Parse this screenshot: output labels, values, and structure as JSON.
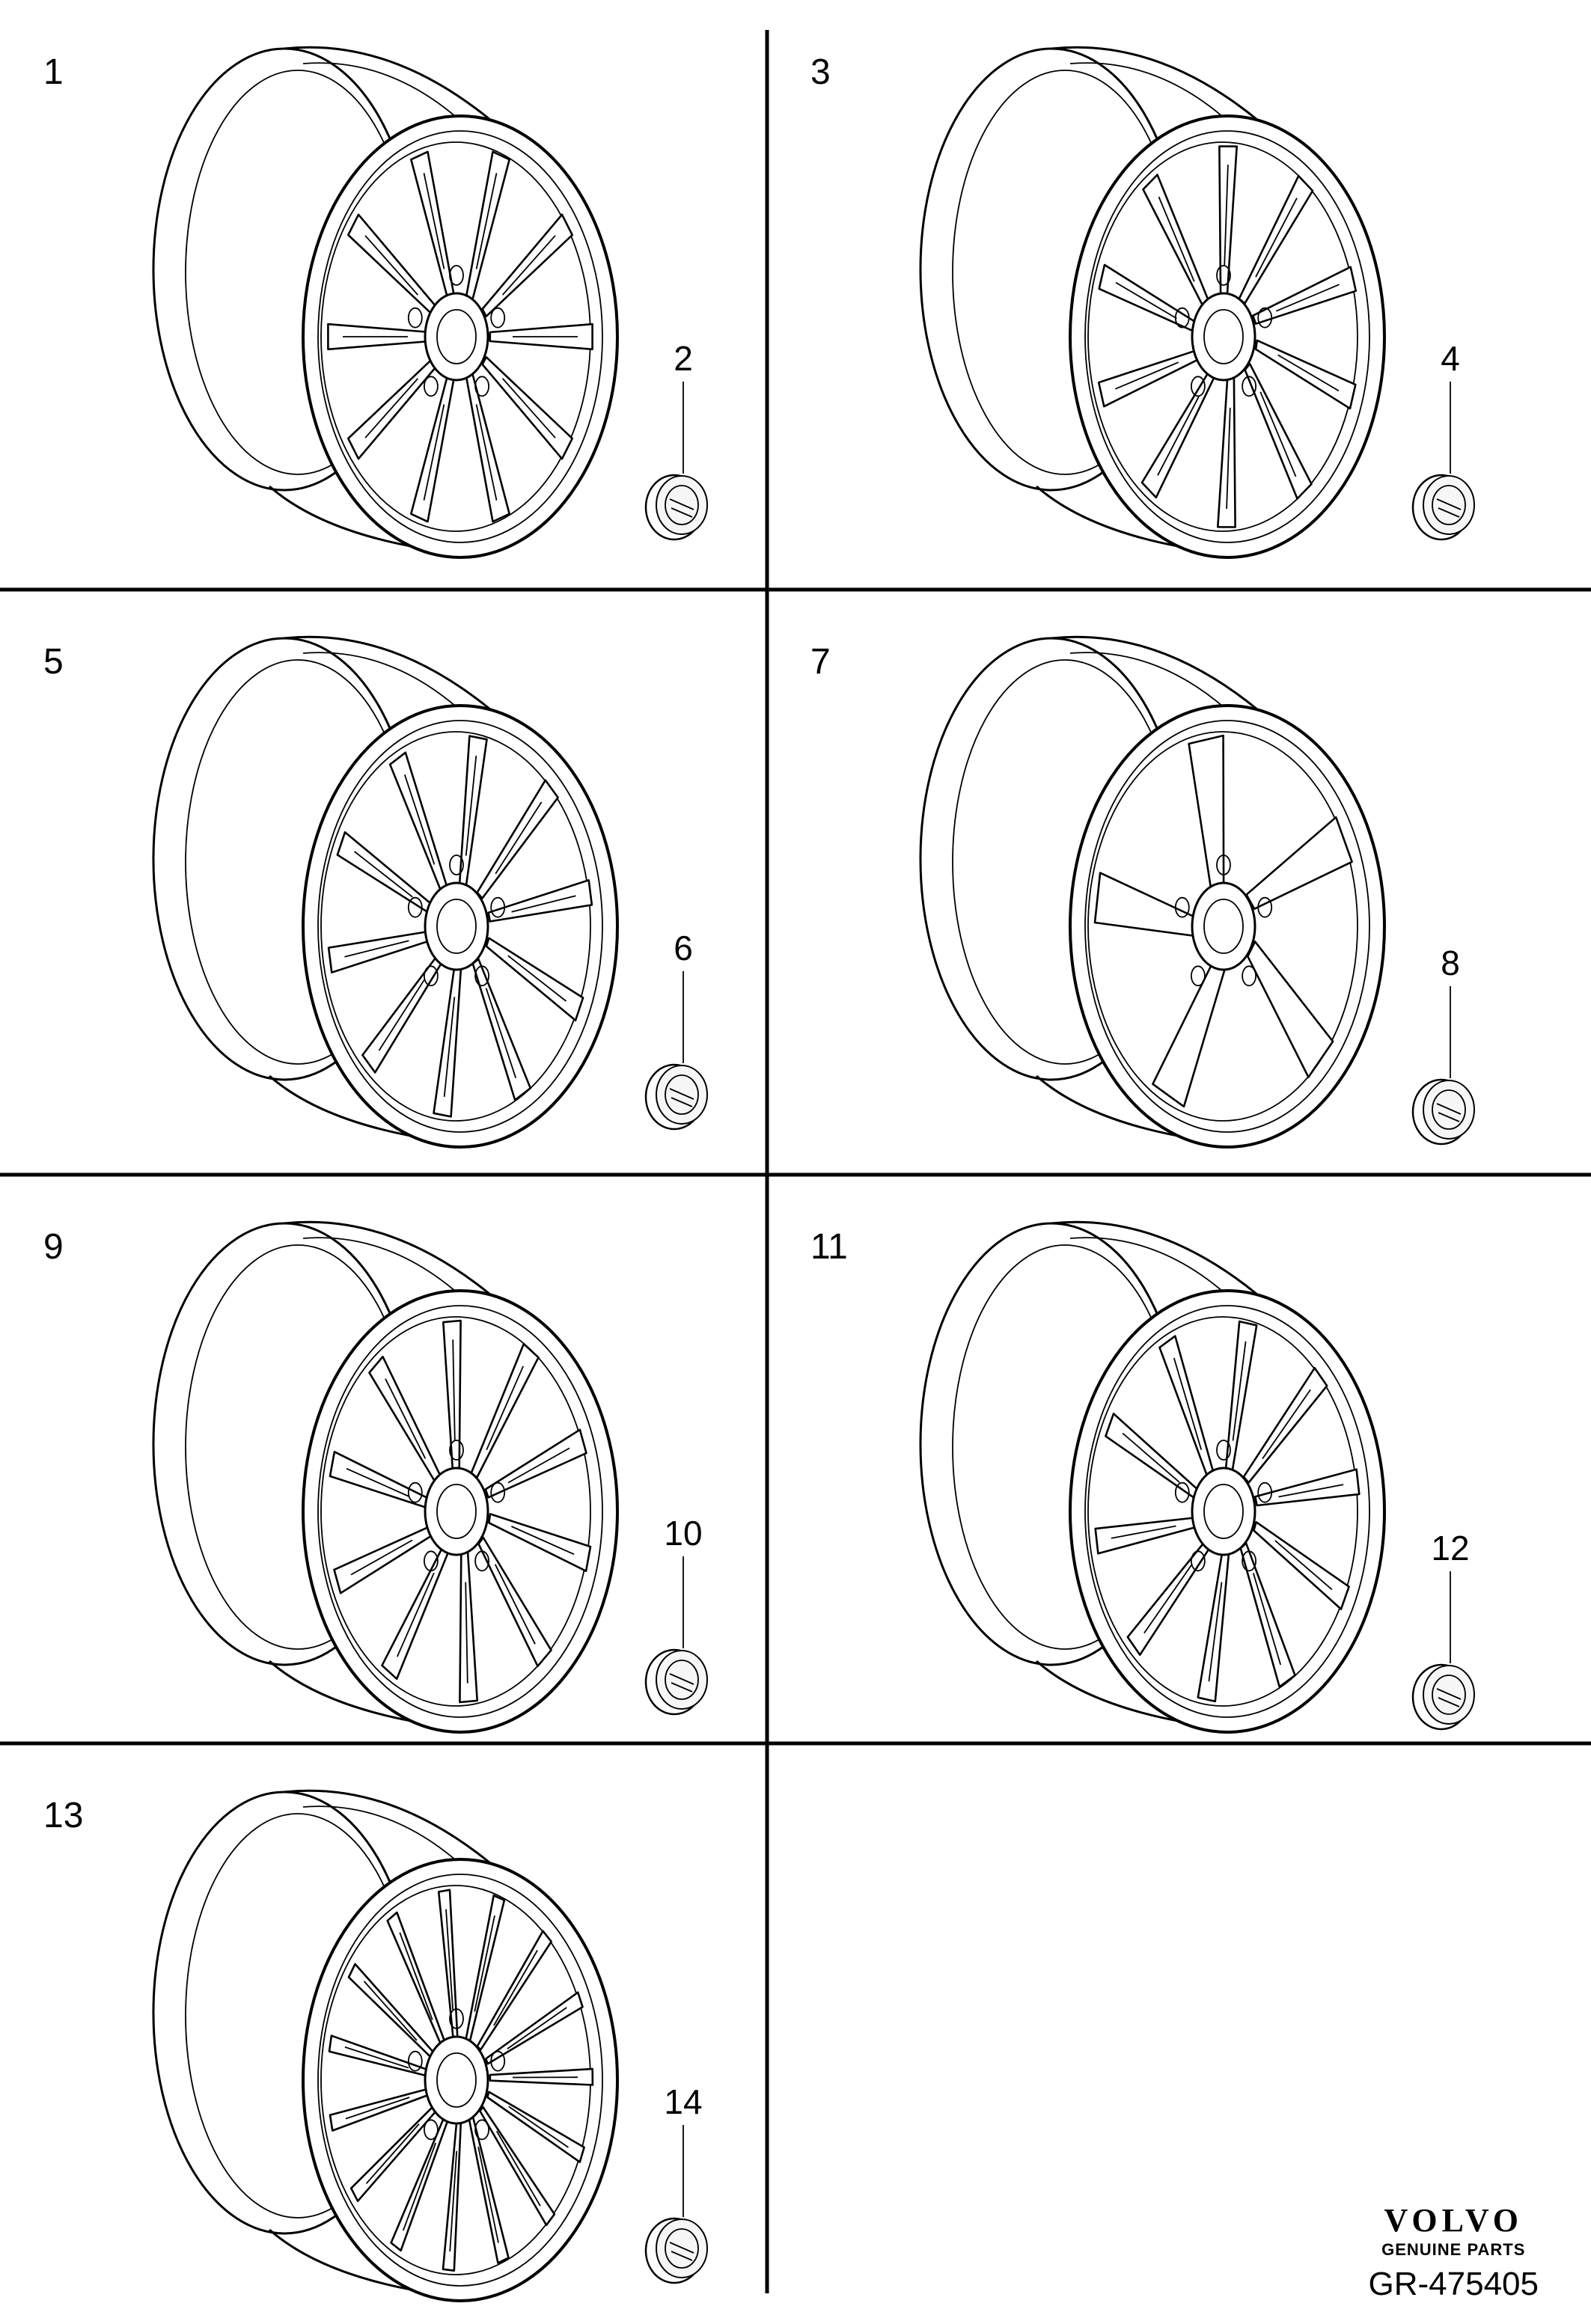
{
  "items": [
    {
      "wheel": "1",
      "cap": "2"
    },
    {
      "wheel": "3",
      "cap": "4"
    },
    {
      "wheel": "5",
      "cap": "6"
    },
    {
      "wheel": "7",
      "cap": "8"
    },
    {
      "wheel": "9",
      "cap": "10"
    },
    {
      "wheel": "11",
      "cap": "12"
    },
    {
      "wheel": "13",
      "cap": "14"
    }
  ],
  "footer": {
    "brand": "VOLVO",
    "tagline": "GENUINE PARTS",
    "reference": "GR-475405"
  }
}
